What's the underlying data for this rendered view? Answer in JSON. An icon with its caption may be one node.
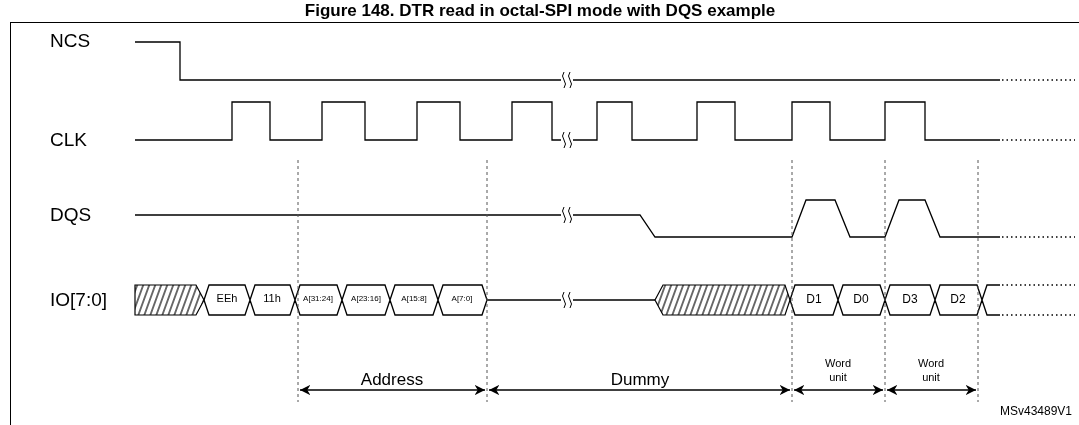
{
  "diagram": {
    "title": "Figure 148. DTR read in octal-SPI mode with DQS example",
    "labels": [
      "NCS",
      "CLK",
      "DQS",
      "IO[7:0]",
      "EEh",
      "11h",
      "A[31:24]",
      "A[23:16]",
      "A[15:8]",
      "A[7:0]",
      "D1",
      "D0",
      "D3",
      "D2",
      "Address",
      "Dummy",
      "Word unit",
      "Word unit",
      "MSv43489V1"
    ]
  }
}
